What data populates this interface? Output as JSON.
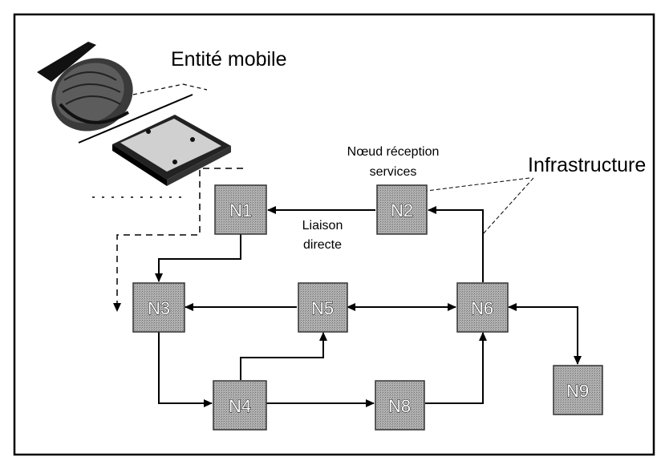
{
  "title": "Entité mobile",
  "infrastructure_label": "Infrastructure",
  "reception_label": [
    "Nœud réception",
    "services"
  ],
  "link_label": [
    "Liaison",
    "directe"
  ],
  "nodes": [
    "N1",
    "N2",
    "N3",
    "N4",
    "N5",
    "N6",
    "N8",
    "N9"
  ],
  "colors": {
    "node_fill": "#a9a9a9",
    "node_border": "#333333",
    "line": "#000000"
  }
}
